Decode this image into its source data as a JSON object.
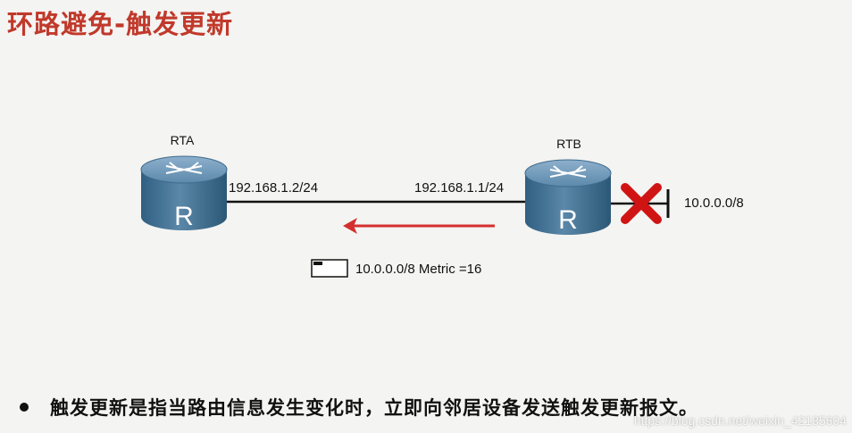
{
  "title": "环路避免-触发更新",
  "routers": {
    "rta": {
      "name": "RTA",
      "glyph": "R"
    },
    "rtb": {
      "name": "RTB",
      "glyph": "R"
    }
  },
  "interfaces": {
    "rta_ip": "192.168.1.2/24",
    "rtb_ip": "192.168.1.1/24",
    "failed_network": "10.0.0.0/8"
  },
  "update_message": "10.0.0.0/8 Metric =16",
  "bullet": "触发更新是指当路由信息发生变化时，立即向邻居设备发送触发更新报文。",
  "watermark": "https://blog.csdn.net/weixin_42185604",
  "colors": {
    "title": "#c0392b",
    "router_body": "#3d6f93",
    "router_top": "#6f98b8",
    "arrow": "#d32f2f",
    "failure_x": "#d01414"
  }
}
